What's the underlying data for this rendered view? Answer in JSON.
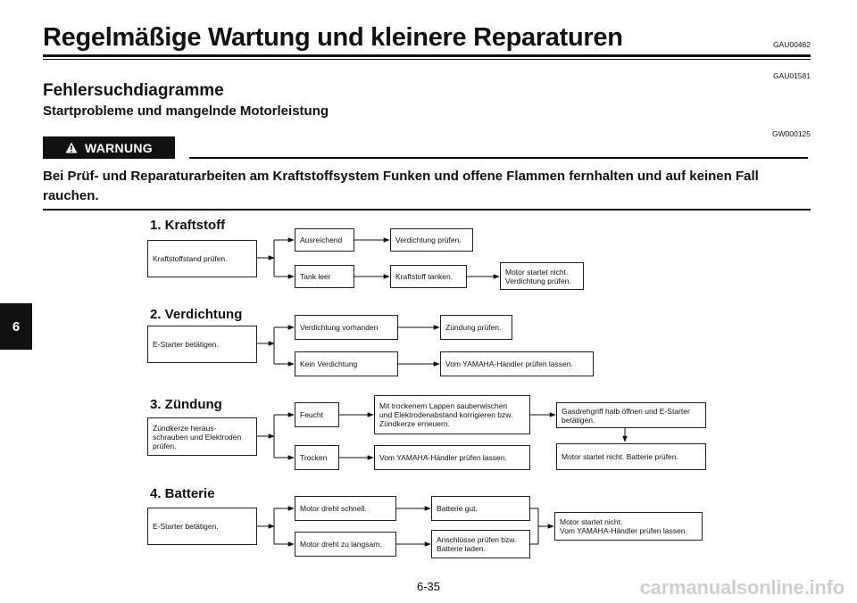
{
  "header": {
    "title": "Regelmäßige Wartung und kleinere Reparaturen",
    "code": "GAU00462"
  },
  "section": {
    "code": "GAU01581",
    "title": "Fehlersuchdiagramme",
    "subtitle": "Startprobleme und mangelnde Motorleistung"
  },
  "warning": {
    "code": "GW000125",
    "icon": "warning-triangle-icon",
    "label": "WARNUNG",
    "text": "Bei Prüf- und Reparaturarbeiten am Kraftstoffsystem Funken und offene Flammen fernhalten und auf keinen Fall rauchen."
  },
  "side_tab": "6",
  "flowcharts": {
    "fuel": {
      "title": "1. Kraftstoff",
      "start": "Kraftstoffstand prüfen.",
      "ok": "Ausreichend",
      "ok_next": "Verdichtung prüfen.",
      "bad": "Tank leer",
      "bad_next": "Kraftstoff tanken.",
      "bad_final": "Motor startet nicht.\nVerdichtung prüfen."
    },
    "compression": {
      "title": "2. Verdichtung",
      "start": "E-Starter betätigen.",
      "ok": "Verdichtung vorhanden",
      "ok_next": "Zündung prüfen.",
      "bad": "Kein Verdichtung",
      "bad_next": "Vom YAMAHA-Händler prüfen lassen."
    },
    "ignition": {
      "title": "3. Zündung",
      "start": "Zündkerze heraus-\nschrauben und Elektroden\nprüfen.",
      "wet": "Feucht",
      "wet_next": "Mit trockenem Lappen sauberwischen\nund Elektrodenabstand korrigieren bzw.\nZündkerze erneuern.",
      "wet_final": "Gasdrehgriff halb öffnen und E-Starter\nbetätigen.",
      "wet_result": "Motor startet nicht. Batterie prüfen.",
      "dry": "Trocken",
      "dry_next": "Vom YAMAHA-Händler prüfen lassen."
    },
    "battery": {
      "title": "4. Batterie",
      "start": "E-Starter betätigen.",
      "fast": "Motor dreht schnell.",
      "fast_next": "Batterie gut.",
      "slow": "Motor dreht zu langsam.",
      "slow_next": "Anschlüsse prüfen bzw.\nBatterie laden.",
      "final": "Motor startet nicht.\nVom YAMAHA-Händler prüfen lassen."
    }
  },
  "page_number": "6-35",
  "watermark": "carmanualsonline.info"
}
